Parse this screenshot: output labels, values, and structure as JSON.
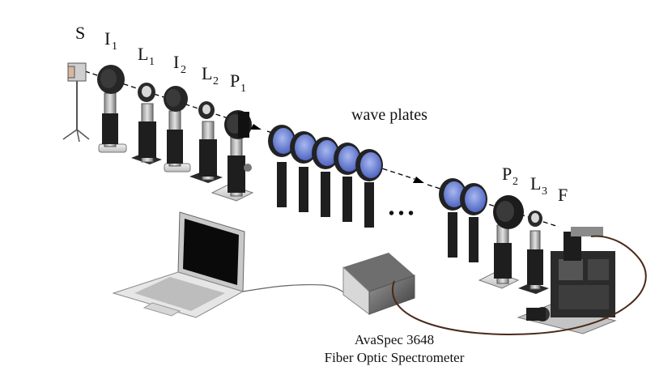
{
  "labels": {
    "S": {
      "main": "S",
      "sub": ""
    },
    "I1": {
      "main": "I",
      "sub": "1"
    },
    "L1": {
      "main": "L",
      "sub": "1"
    },
    "I2": {
      "main": "I",
      "sub": "2"
    },
    "L2": {
      "main": "L",
      "sub": "2"
    },
    "P1": {
      "main": "P",
      "sub": "1"
    },
    "P2": {
      "main": "P",
      "sub": "2"
    },
    "L3": {
      "main": "L",
      "sub": "3"
    },
    "F": {
      "main": "F",
      "sub": ""
    }
  },
  "wave_plates": "wave plates",
  "ellipsis": "• • •",
  "spectrometer": {
    "line1": "AvaSpec 3648",
    "line2": "Fiber Optic Spectrometer"
  },
  "colors": {
    "waveplate": "#6f86d8",
    "mount": "#1c1c1c",
    "post": "#bdbdbd",
    "fiber": "#4a2a1a",
    "beam": "#000000"
  },
  "icons": [
    "light-source-icon",
    "laptop-icon",
    "spectrometer-icon",
    "xyz-stage-icon"
  ]
}
